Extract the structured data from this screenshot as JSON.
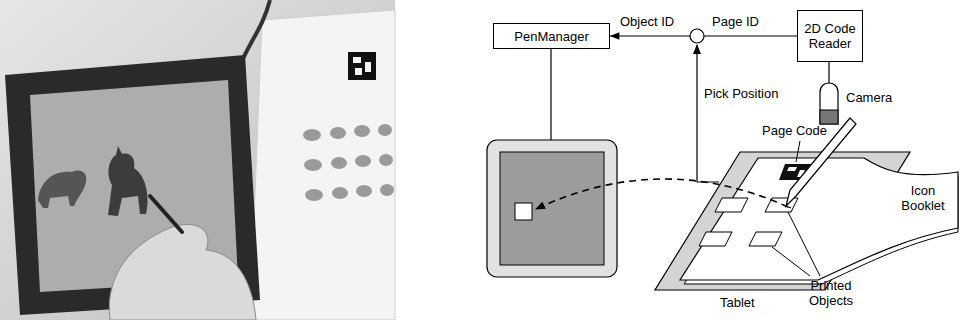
{
  "diagram": {
    "nodes": [
      {
        "text": [
          "PenManager"
        ]
      },
      {
        "text": [
          "2D Code Reader"
        ]
      }
    ],
    "edges": [
      {
        "from": 1,
        "to": 0,
        "arrow": "to"
      }
    ],
    "labels": [
      "Object ID",
      "Page ID",
      "Pick Position",
      "Camera",
      "Page Code",
      "Icon Booklet",
      "Tablet",
      "Printed Objects"
    ]
  }
}
